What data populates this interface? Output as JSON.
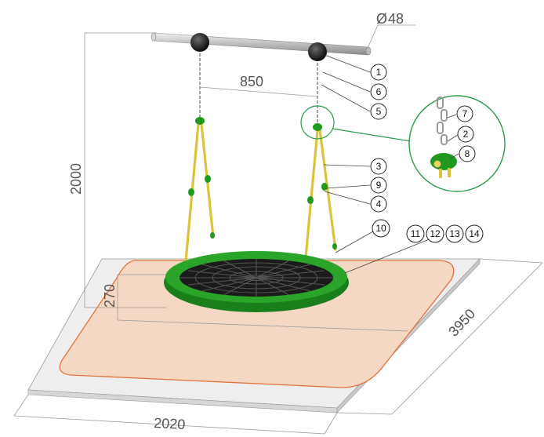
{
  "dimensions": {
    "pipe_diameter": "48",
    "pipe_diameter_symbol": "Ø",
    "suspension_spacing": "850",
    "height": "2000",
    "seat_height": "270",
    "area_length": "3950",
    "area_width": "2020"
  },
  "callouts": {
    "c1": "1",
    "c6": "6",
    "c5": "5",
    "c7": "7",
    "c2": "2",
    "c8": "8",
    "c3": "3",
    "c9": "9",
    "c4": "4",
    "c10": "10",
    "c11": "11",
    "c12": "12",
    "c13": "13",
    "c14": "14"
  },
  "colors": {
    "seat_green": "#1f9a1f",
    "rope_yellow": "#d9c43a",
    "safety_area": "#f5d8c3",
    "safety_border": "#e0733c",
    "base_slab": "#ececec",
    "detail_circle": "#2a9a4a"
  }
}
